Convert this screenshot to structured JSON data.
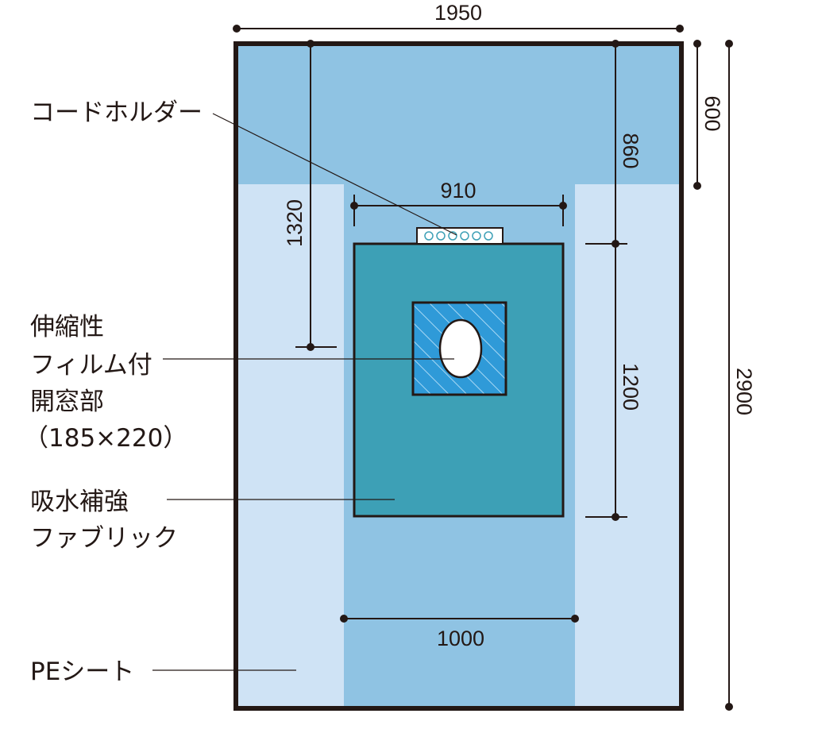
{
  "labels": {
    "cord_holder": "コードホルダー",
    "film_line1": "伸縮性",
    "film_line2": "フィルム付",
    "film_line3": "開窓部",
    "film_line4": "（185×220）",
    "fabric_line1": "吸水補強",
    "fabric_line2": "ファブリック",
    "pe_sheet": "PEシート"
  },
  "dimensions": {
    "total_width": "1950",
    "total_height": "2900",
    "top_band_height": "600",
    "cord_holder_offset": "860",
    "fenestration_offset": "1320",
    "fabric_width": "910",
    "fabric_height": "1200",
    "center_strip_width": "1000"
  },
  "colors": {
    "sheet_light": "#cfe3f5",
    "band_medium": "#8fc3e3",
    "fabric_teal": "#3da0b6",
    "window_blue": "#2f9ad8",
    "outline": "#231815"
  }
}
